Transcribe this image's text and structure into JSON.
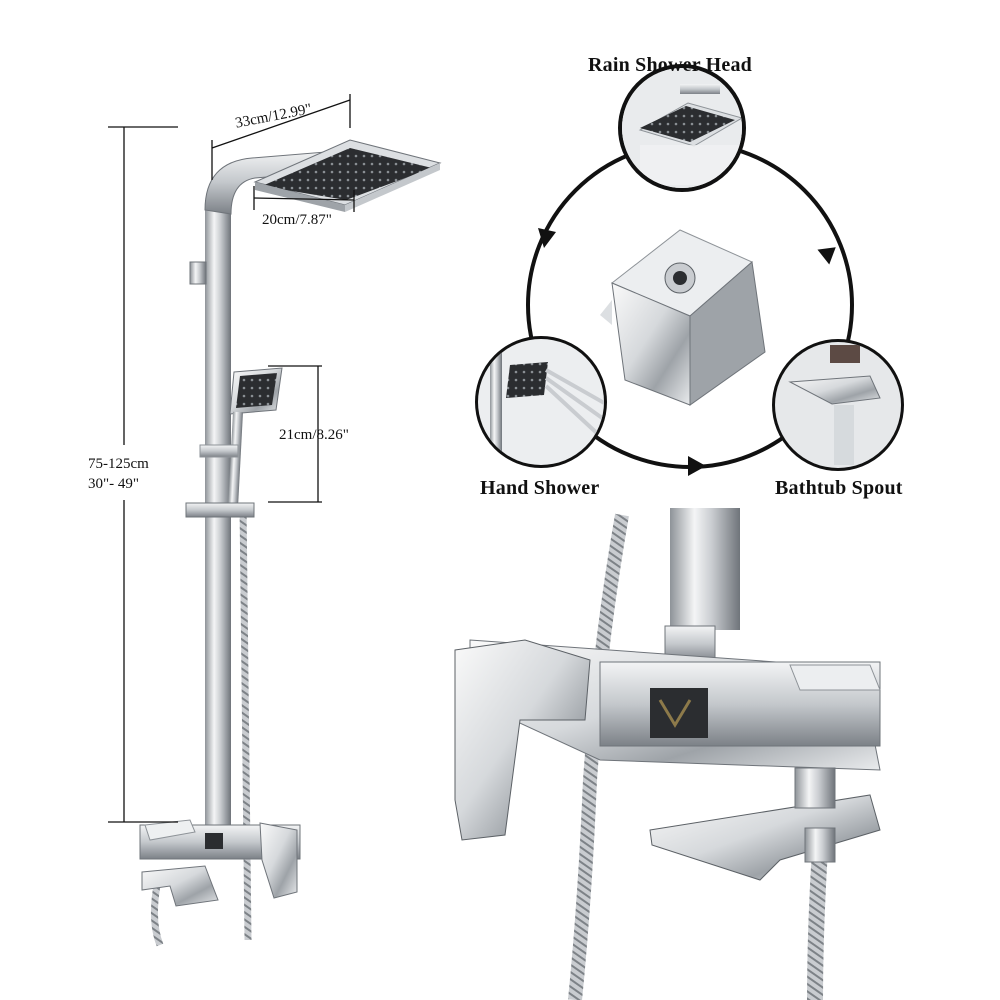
{
  "dimensions": {
    "head_width": "33cm/12.99\"",
    "head_depth": "20cm/7.87\"",
    "hand_height": "21cm/8.26\"",
    "height_cm": "75-125cm",
    "height_in": "30\"- 49\""
  },
  "features": {
    "rain_shower_head": "Rain Shower Head",
    "hand_shower": "Hand Shower",
    "bathtub_spout": "Bathtub Spout"
  },
  "colors": {
    "chrome_light": "#e8eaec",
    "chrome_mid": "#b9bdc2",
    "chrome_dark": "#5c6166",
    "nozzle_face": "#2b2d30",
    "outline": "#111111"
  }
}
